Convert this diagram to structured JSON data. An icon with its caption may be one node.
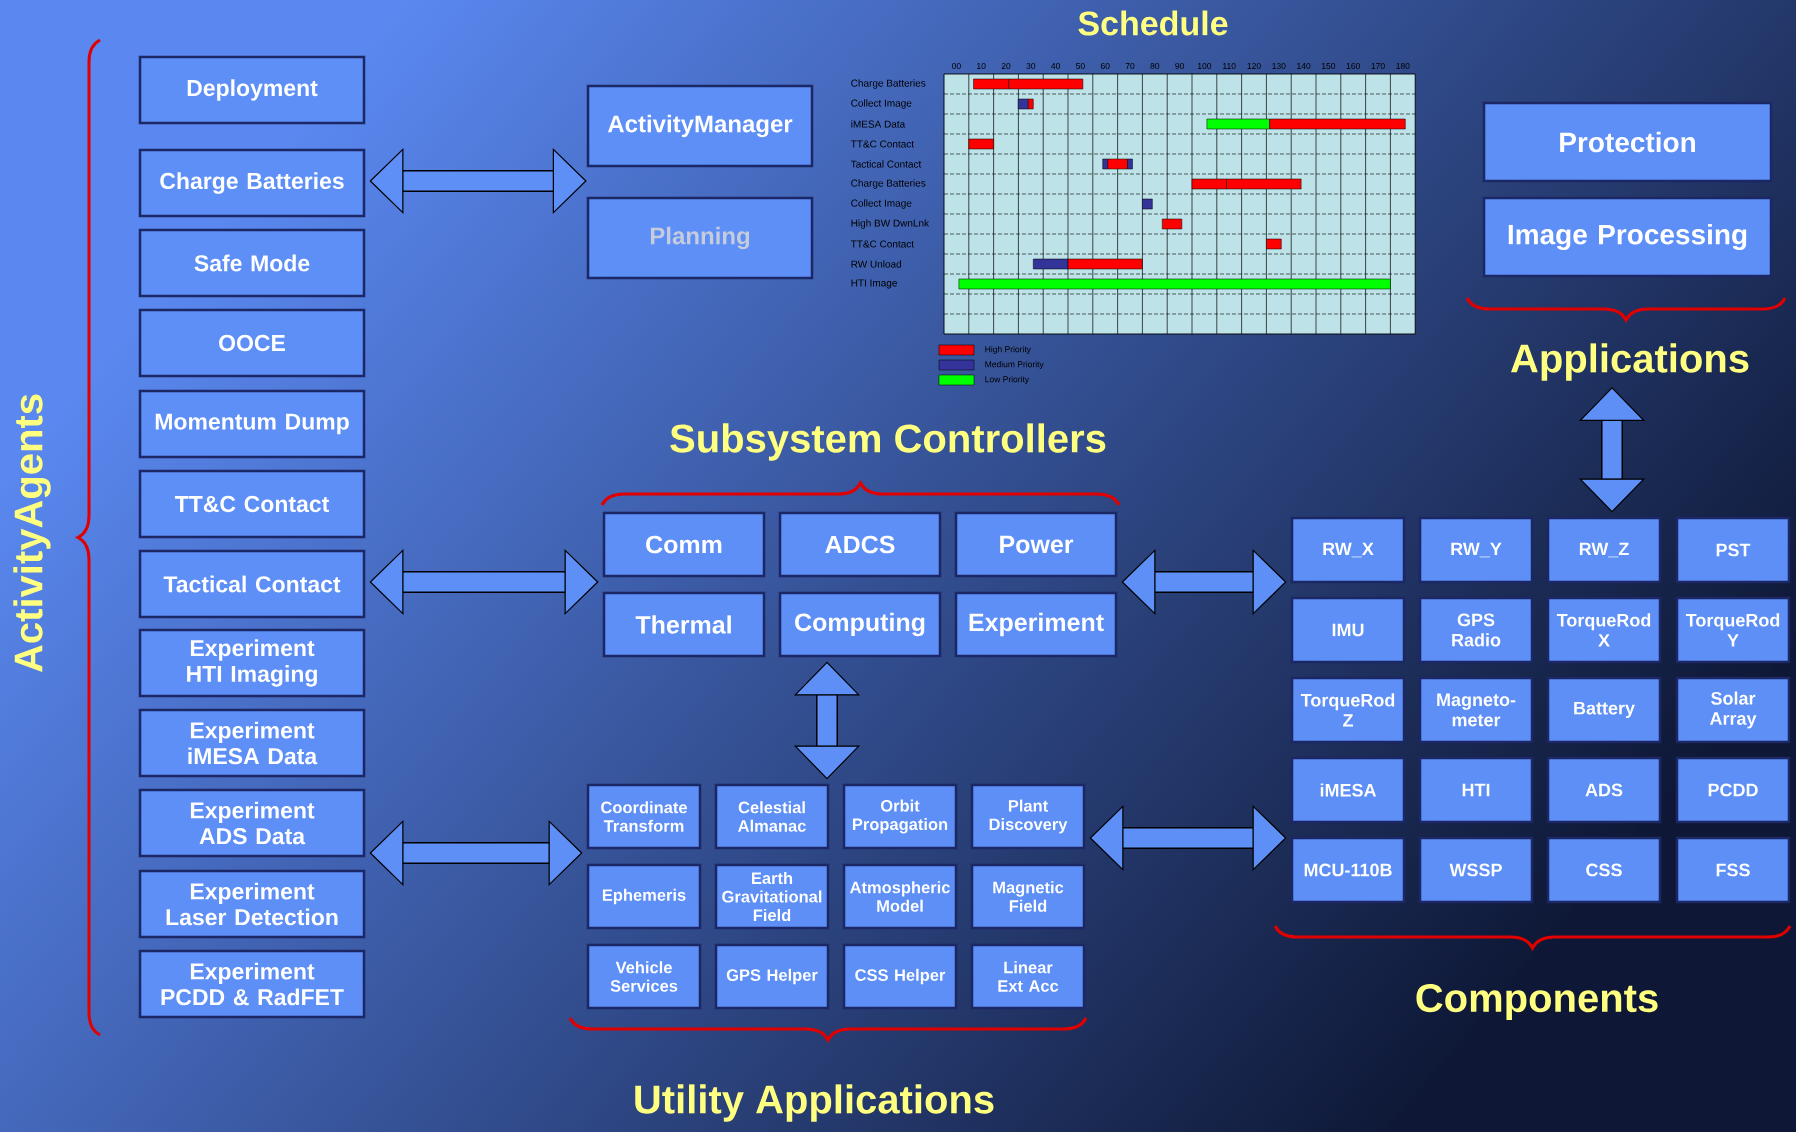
{
  "diagram": {
    "nodes": [
      {
        "text": [
          "ActivityAgents"
        ]
      },
      {
        "text": [
          "Deployment"
        ],
        "in": 0
      },
      {
        "text": [
          "Charge Batteries"
        ],
        "in": 0
      },
      {
        "text": [
          "Safe Mode"
        ],
        "in": 0
      },
      {
        "text": [
          "OOCE"
        ],
        "in": 0
      },
      {
        "text": [
          "Momentum Dump"
        ],
        "in": 0
      },
      {
        "text": [
          "TT&C Contact"
        ],
        "in": 0
      },
      {
        "text": [
          "Tactical Contact"
        ],
        "in": 0
      },
      {
        "text": [
          "Experiment HTI Imaging"
        ],
        "in": 0
      },
      {
        "text": [
          "Experiment iMESA Data"
        ],
        "in": 0
      },
      {
        "text": [
          "Experiment ADS Data"
        ],
        "in": 0
      },
      {
        "text": [
          "Experiment Laser Detection"
        ],
        "in": 0
      },
      {
        "text": [
          "Experiment PCDD & RadFET"
        ],
        "in": 0
      },
      {
        "text": [
          "ActivityManager"
        ]
      },
      {
        "text": [
          "Planning"
        ]
      },
      {
        "text": [
          "Applications"
        ]
      },
      {
        "text": [
          "Protection"
        ],
        "in": 15
      },
      {
        "text": [
          "Image Processing"
        ],
        "in": 15
      },
      {
        "text": [
          "Subsystem Controllers"
        ]
      },
      {
        "text": [
          "Comm"
        ],
        "in": 18
      },
      {
        "text": [
          "ADCS"
        ],
        "in": 18
      },
      {
        "text": [
          "Power"
        ],
        "in": 18
      },
      {
        "text": [
          "Thermal"
        ],
        "in": 18
      },
      {
        "text": [
          "Computing"
        ],
        "in": 18
      },
      {
        "text": [
          "Experiment"
        ],
        "in": 18
      },
      {
        "text": [
          "Utility Applications"
        ]
      },
      {
        "text": [
          "Coordinate Transform"
        ],
        "in": 25
      },
      {
        "text": [
          "Celestial Almanac"
        ],
        "in": 25
      },
      {
        "text": [
          "Orbit Propagation"
        ],
        "in": 25
      },
      {
        "text": [
          "Plant Discovery"
        ],
        "in": 25
      },
      {
        "text": [
          "Ephemeris"
        ],
        "in": 25
      },
      {
        "text": [
          "Earth Gravitational Field"
        ],
        "in": 25
      },
      {
        "text": [
          "Atmospheric Model"
        ],
        "in": 25
      },
      {
        "text": [
          "Magnetic Field"
        ],
        "in": 25
      },
      {
        "text": [
          "Vehicle Services"
        ],
        "in": 25
      },
      {
        "text": [
          "GPS Helper"
        ],
        "in": 25
      },
      {
        "text": [
          "CSS Helper"
        ],
        "in": 25
      },
      {
        "text": [
          "Linear Ext Acc"
        ],
        "in": 25
      },
      {
        "text": [
          "Components"
        ]
      },
      {
        "text": [
          "RW_X"
        ],
        "in": 38
      },
      {
        "text": [
          "RW_Y"
        ],
        "in": 38
      },
      {
        "text": [
          "RW_Z"
        ],
        "in": 38
      },
      {
        "text": [
          "PST"
        ],
        "in": 38
      },
      {
        "text": [
          "IMU"
        ],
        "in": 38
      },
      {
        "text": [
          "GPS Radio"
        ],
        "in": 38
      },
      {
        "text": [
          "TorqueRod X"
        ],
        "in": 38
      },
      {
        "text": [
          "TorqueRod Y"
        ],
        "in": 38
      },
      {
        "text": [
          "TorqueRod Z"
        ],
        "in": 38
      },
      {
        "text": [
          "Magneto- meter"
        ],
        "in": 38
      },
      {
        "text": [
          "Battery"
        ],
        "in": 38
      },
      {
        "text": [
          "Solar Array"
        ],
        "in": 38
      },
      {
        "text": [
          "iMESA"
        ],
        "in": 38
      },
      {
        "text": [
          "HTI"
        ],
        "in": 38
      },
      {
        "text": [
          "ADS"
        ],
        "in": 38
      },
      {
        "text": [
          "PCDD"
        ],
        "in": 38
      },
      {
        "text": [
          "MCU-110B"
        ],
        "in": 38
      },
      {
        "text": [
          "WSSP"
        ],
        "in": 38
      },
      {
        "text": [
          "CSS"
        ],
        "in": 38
      },
      {
        "text": [
          "FSS"
        ],
        "in": 38
      }
    ],
    "edges": [
      {
        "from": 0,
        "to": 13,
        "arrow": "both"
      },
      {
        "from": 0,
        "to": 18,
        "arrow": "both"
      },
      {
        "from": 0,
        "to": 25,
        "arrow": "both"
      },
      {
        "from": 18,
        "to": 25,
        "arrow": "both"
      },
      {
        "from": 18,
        "to": 38,
        "arrow": "both"
      },
      {
        "from": 25,
        "to": 38,
        "arrow": "both"
      },
      {
        "from": 15,
        "to": 38,
        "arrow": "both"
      }
    ],
    "labels": [
      "Schedule",
      "00",
      "10",
      "20",
      "30",
      "40",
      "50",
      "60",
      "70",
      "80",
      "90",
      "100",
      "110",
      "120",
      "130",
      "140",
      "150",
      "160",
      "170",
      "180",
      "Charge Batteries",
      "Collect Image",
      "iMESA Data",
      "TT&C Contact",
      "Tactical Contact",
      "Charge Batteries",
      "Collect Image",
      "High BW DwnLnk",
      "TT&C Contact",
      "RW Unload",
      "HTI Image"
    ],
    "legend": [
      {
        "text": "High Priority",
        "color": "#ff0000"
      },
      {
        "text": "Medium Priority",
        "color": "#333399"
      },
      {
        "text": "Low Priority",
        "color": "#00ff00"
      }
    ]
  }
}
